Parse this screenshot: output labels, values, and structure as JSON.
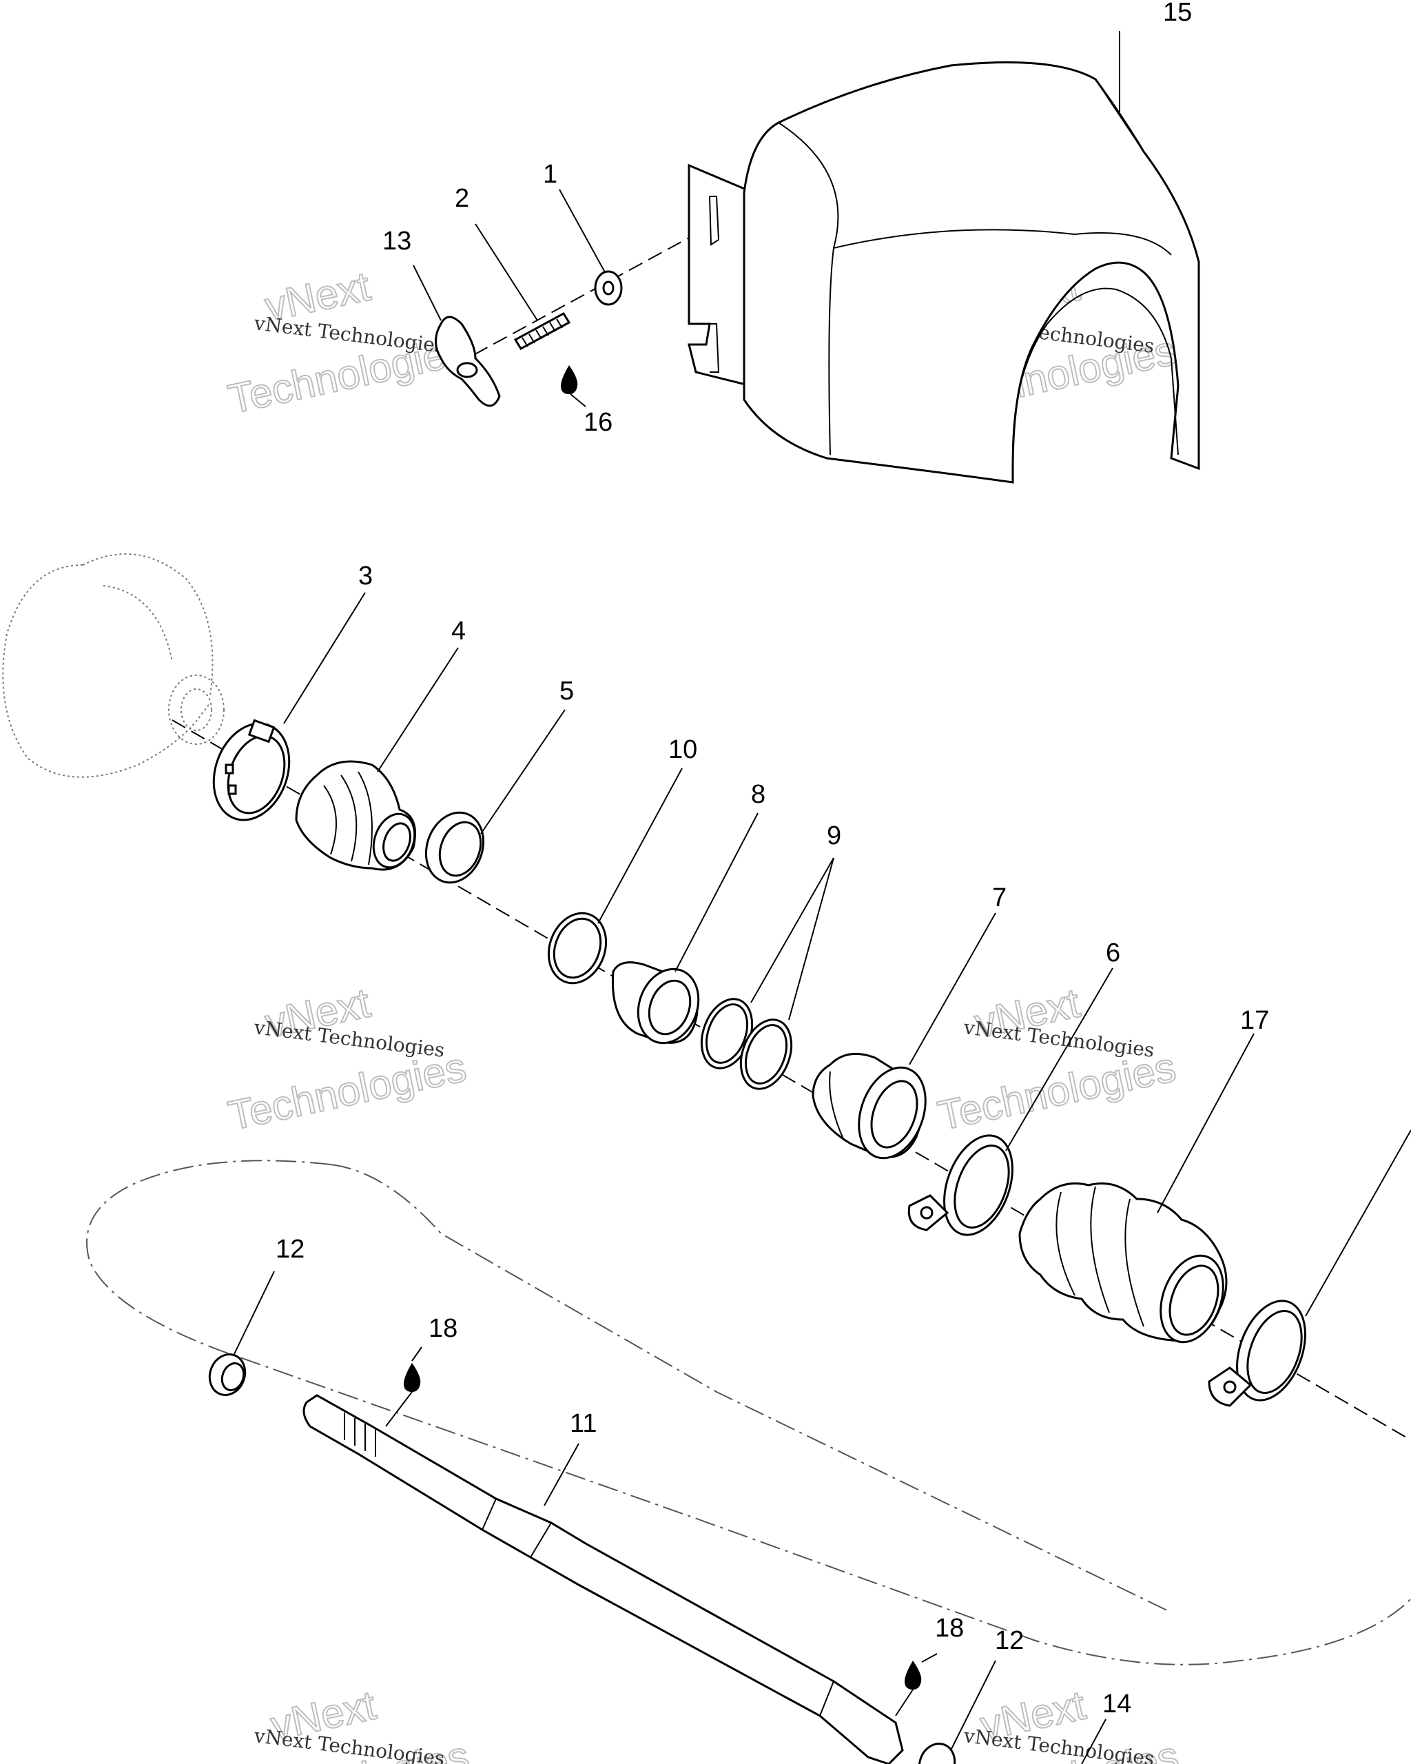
{
  "diagram": {
    "callouts": [
      {
        "id": "c15",
        "label": "15"
      },
      {
        "id": "c1",
        "label": "1"
      },
      {
        "id": "c2",
        "label": "2"
      },
      {
        "id": "c13",
        "label": "13"
      },
      {
        "id": "c16",
        "label": "16"
      },
      {
        "id": "c3",
        "label": "3"
      },
      {
        "id": "c4",
        "label": "4"
      },
      {
        "id": "c5",
        "label": "5"
      },
      {
        "id": "c10",
        "label": "10"
      },
      {
        "id": "c8",
        "label": "8"
      },
      {
        "id": "c9",
        "label": "9"
      },
      {
        "id": "c7",
        "label": "7"
      },
      {
        "id": "c6",
        "label": "6"
      },
      {
        "id": "c17",
        "label": "17"
      },
      {
        "id": "c12a",
        "label": "12"
      },
      {
        "id": "c18a",
        "label": "18"
      },
      {
        "id": "c11",
        "label": "11"
      },
      {
        "id": "c18b",
        "label": "18"
      },
      {
        "id": "c12b",
        "label": "12"
      },
      {
        "id": "c14",
        "label": "14"
      }
    ]
  },
  "watermark": {
    "line": "vNext Technologies",
    "big_top": "vNext",
    "big_bottom": "Technologies"
  }
}
